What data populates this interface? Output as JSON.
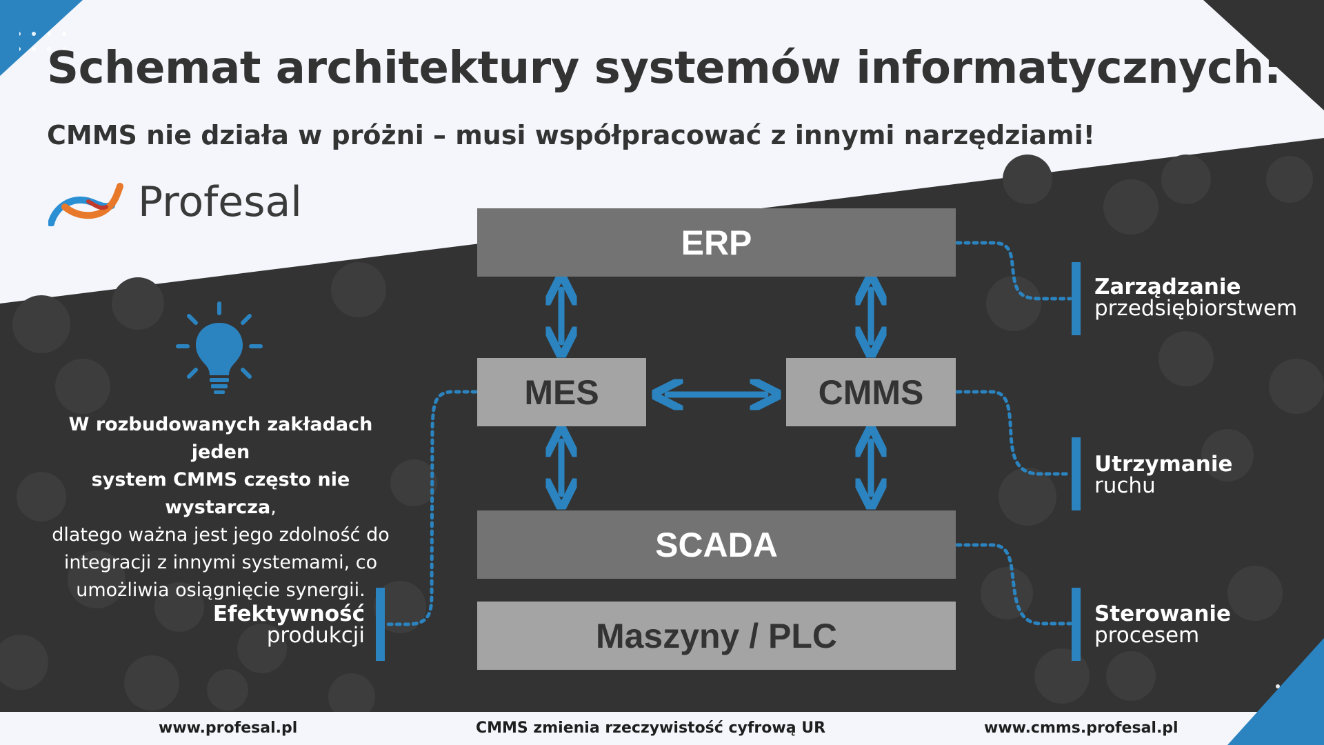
{
  "header": {
    "title": "Schemat architektury systemów informatycznych:",
    "subtitle": "CMMS nie działa w próżni – musi współpracować z innymi narzędziami!"
  },
  "brand": {
    "name": "Profesal",
    "logo_icon": "profesal-swoosh-logo",
    "colors": {
      "accent": "#2b84c0",
      "dark": "#333333",
      "light": "#f4f6fb",
      "box_dark": "#737373",
      "box_light": "#a4a4a4",
      "logo_blue": "#2b8fd4",
      "logo_orange": "#e8792a"
    }
  },
  "diagram": {
    "nodes": {
      "erp": "ERP",
      "mes": "MES",
      "cmms": "CMMS",
      "scada": "SCADA",
      "plc": "Maszyny / PLC"
    },
    "edges": [
      {
        "from": "erp",
        "to": "mes",
        "type": "bidirectional"
      },
      {
        "from": "erp",
        "to": "cmms",
        "type": "bidirectional"
      },
      {
        "from": "mes",
        "to": "cmms",
        "type": "bidirectional"
      },
      {
        "from": "mes",
        "to": "scada",
        "type": "bidirectional"
      },
      {
        "from": "cmms",
        "to": "scada",
        "type": "bidirectional"
      }
    ],
    "labels": {
      "zarzadzanie": {
        "bold": "Zarządzanie",
        "normal": "przedsiębiorstwem"
      },
      "utrzymanie": {
        "bold": "Utrzymanie",
        "normal": "ruchu"
      },
      "sterowanie": {
        "bold": "Sterowanie",
        "normal": "procesem"
      },
      "efektywnosc": {
        "bold": "Efektywność",
        "normal": "produkcji"
      }
    }
  },
  "info": {
    "icon": "lightbulb-icon",
    "strong_line1": "W rozbudowanych zakładach jeden",
    "strong_line2": "system CMMS często nie wystarcza",
    "comma": ",",
    "line3": "dlatego ważna jest jego zdolność do",
    "line4": "integracji z innymi systemami, co",
    "line5": "umożliwia osiągnięcie synergii."
  },
  "footer": {
    "left": "www.profesal.pl",
    "center": "CMMS zmienia rzeczywistość cyfrową UR",
    "right": "www.cmms.profesal.pl"
  }
}
